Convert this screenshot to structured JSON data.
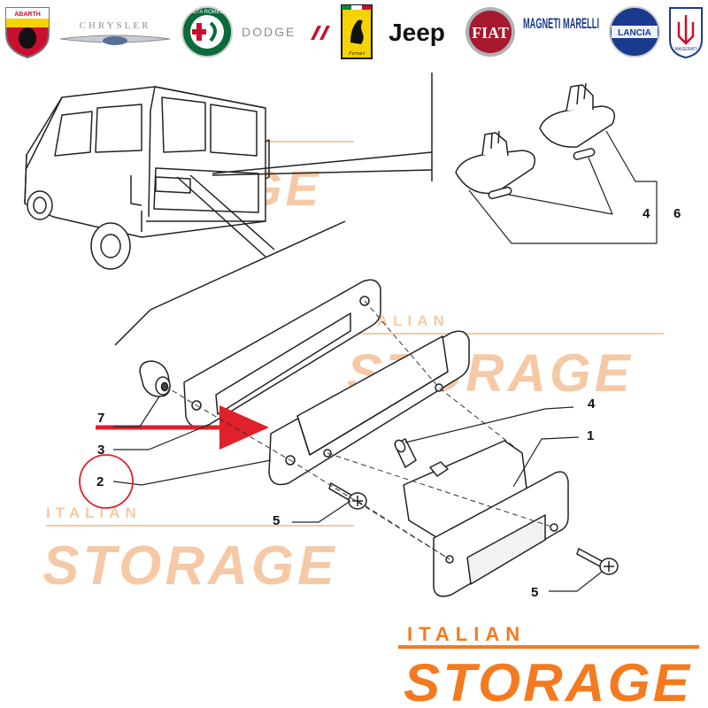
{
  "brands": [
    {
      "id": "abarth",
      "label": "ABARTH",
      "color": "#c8102e"
    },
    {
      "id": "chrysler",
      "label": "CHRYSLER",
      "color": "#8a8d91"
    },
    {
      "id": "alfa-romeo",
      "label": "ALFA ROMEO",
      "color": "#0a6b3a"
    },
    {
      "id": "dodge",
      "label": "DODGE",
      "color": "#c8102e"
    },
    {
      "id": "ferrari",
      "label": "Ferrari",
      "color": "#f6d300"
    },
    {
      "id": "jeep",
      "label": "Jeep",
      "color": "#111111"
    },
    {
      "id": "fiat",
      "label": "FIAT",
      "color": "#a6192e"
    },
    {
      "id": "magneti-marelli",
      "label": "MAGNETI MARELLI",
      "color": "#1a3a8f"
    },
    {
      "id": "lancia",
      "label": "LANCIA",
      "color": "#1a3a8f"
    },
    {
      "id": "maserati",
      "label": "MASERATI",
      "color": "#1a3a8f"
    }
  ],
  "watermark": {
    "line1": "ITALIAN",
    "line2": "STORAGE",
    "color": "#f6b07a"
  },
  "footer_logo": {
    "line1": "ITALIAN",
    "line2": "STORAGE",
    "color": "#f47a20"
  },
  "callouts": {
    "c1": "1",
    "c2": "2",
    "c3": "3",
    "c4_top": "4",
    "c6": "6",
    "c4_mid": "4",
    "c5_left": "5",
    "c5_right": "5",
    "c7": "7"
  },
  "highlight_color": "#e0202a"
}
